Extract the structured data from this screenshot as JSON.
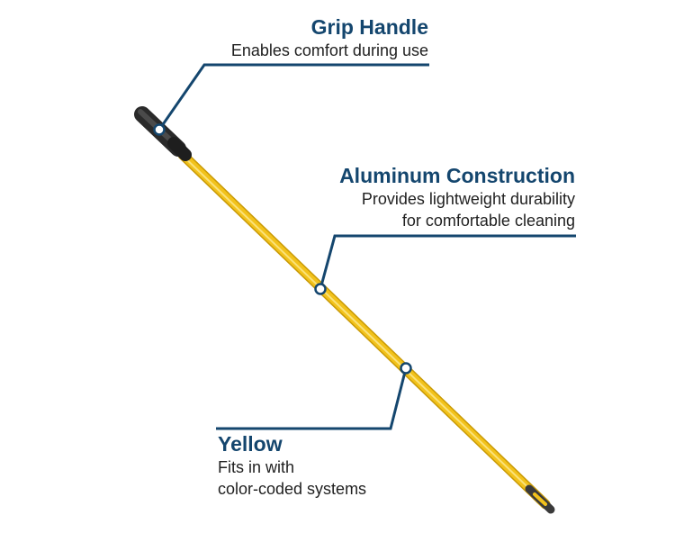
{
  "callouts": {
    "grip": {
      "title": "Grip Handle",
      "desc": [
        "Enables comfort during use"
      ]
    },
    "aluminum": {
      "title": "Aluminum Construction",
      "desc": [
        "Provides lightweight durability",
        "for comfortable cleaning"
      ]
    },
    "yellow": {
      "title": "Yellow",
      "desc": [
        "Fits in with",
        "color-coded systems"
      ]
    }
  },
  "colors": {
    "title": "#14466e",
    "leader": "#14466e",
    "handle_yellow": "#f2c21b",
    "grip": "#2e2e2e"
  }
}
